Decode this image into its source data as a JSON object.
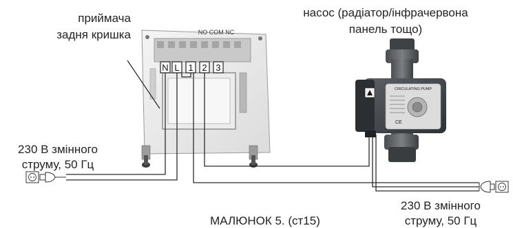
{
  "receiver_label_line1": "приймача",
  "receiver_label_line2": "задня кришка",
  "pump_label_line1": "насос (радіатор/інфрачервона",
  "pump_label_line2": "панель тощо)",
  "relay_labels": "NO COM NC",
  "terminals": [
    "N",
    "L",
    "1",
    "2",
    "3"
  ],
  "left_power_line1": "230 В змінного",
  "left_power_line2": "струму, 50 Гц",
  "right_power_line1": "230 В змінного",
  "right_power_line2": "струму, 50 Гц",
  "figure_caption": "МАЛЮНОК 5. (ст15)",
  "pump_nameplate": "CIRCULATING PUMP",
  "pump_mark": "CE"
}
